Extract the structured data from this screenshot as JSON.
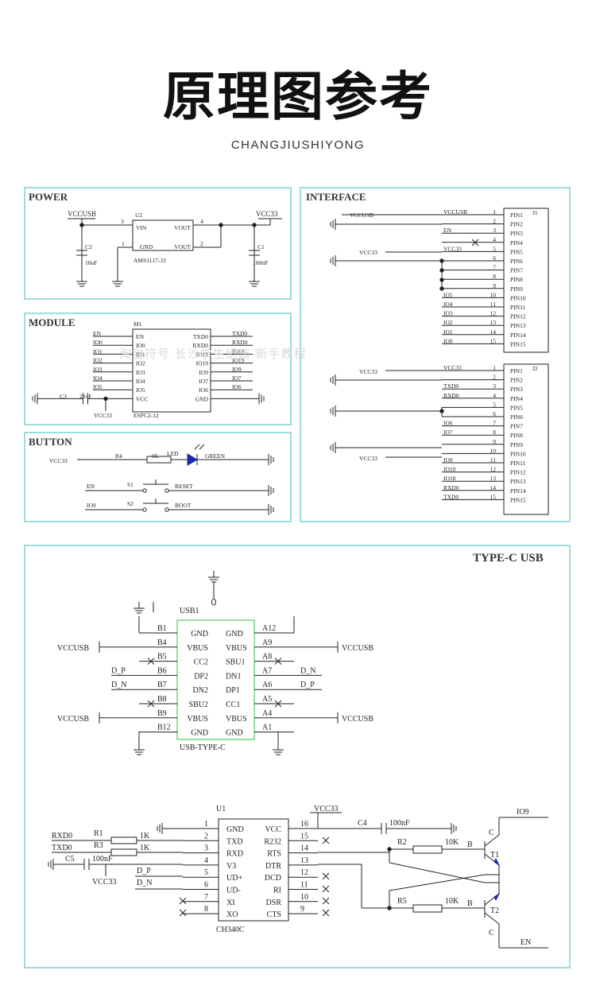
{
  "header": {
    "title": "原理图参考",
    "subtitle": "CHANGJIUSHIYONG"
  },
  "watermark": "淘宝符号 长沙学生组装 新手教程",
  "power": {
    "title": "POWER",
    "vccusb": "VCCUSB",
    "vcc33": "VCC33",
    "reg_ref": "U2",
    "reg_part": "AMS1117-33",
    "reg_pins": [
      "VIN",
      "VOUT",
      "GND",
      "VOUT"
    ],
    "reg_pin_numbers": [
      "3",
      "4",
      "1",
      "2"
    ],
    "c2_ref": "C2",
    "c2_val": "10uF",
    "c1_ref": "C1",
    "c1_val": "100nF"
  },
  "module": {
    "title": "MODULE",
    "ref": "M1",
    "part": "ESPC2-12",
    "left_pins": [
      "EN",
      "IO0",
      "IO1",
      "IO2",
      "IO3",
      "IO4",
      "IO5",
      "VCC"
    ],
    "right_pins": [
      "TXD0",
      "RXD0",
      "IO18",
      "IO19",
      "IO9",
      "IO7",
      "IO6",
      "GND"
    ],
    "left_nets": [
      "EN",
      "IO0",
      "IO1",
      "IO2",
      "IO3",
      "IO4",
      "IO5"
    ],
    "right_nets": [
      "TXD0",
      "RXD0",
      "IO18",
      "IO19",
      "IO9",
      "IO7",
      "IO6"
    ],
    "cap_ref": "C3",
    "cap_val": "22uF",
    "vcc_net": "VCC33"
  },
  "button": {
    "title": "BUTTON",
    "vcc": "VCC33",
    "r_ref": "R4",
    "r_val": "1K",
    "led_ref": "LED",
    "led_color": "GREEN",
    "s1_net": "EN",
    "s1_ref": "S1",
    "s1_label": "RESET",
    "s2_net": "IO9",
    "s2_ref": "S2",
    "s2_label": "BOOT"
  },
  "interface": {
    "title": "INTERFACE",
    "j1": {
      "ref": "J1",
      "pins": [
        "PIN1",
        "PIN2",
        "PIN3",
        "PIN4",
        "PIN5",
        "PIN6",
        "PIN7",
        "PIN8",
        "PIN9",
        "PIN10",
        "PIN11",
        "PIN12",
        "PIN13",
        "PIN14",
        "PIN15"
      ],
      "numbers": [
        "1",
        "2",
        "3",
        "4",
        "5",
        "6",
        "7",
        "8",
        "9",
        "10",
        "11",
        "12",
        "13",
        "14",
        "15"
      ],
      "nets": [
        "VCCUSB",
        "",
        "EN",
        "",
        "VCC33",
        "",
        "",
        "",
        "",
        "IO5",
        "IO4",
        "IO3",
        "IO2",
        "IO1",
        "IO0"
      ]
    },
    "j2": {
      "ref": "J2",
      "pins": [
        "PIN1",
        "PIN2",
        "PIN3",
        "PIN4",
        "PIN5",
        "PIN6",
        "PIN7",
        "PIN8",
        "PIN9",
        "PIN10",
        "PIN11",
        "PIN12",
        "PIN13",
        "PIN14",
        "PIN15"
      ],
      "numbers": [
        "1",
        "2",
        "3",
        "4",
        "5",
        "6",
        "7",
        "8",
        "9",
        "10",
        "11",
        "12",
        "13",
        "14",
        "15"
      ],
      "nets": [
        "VCC33",
        "",
        "TXD0",
        "RXD0",
        "",
        "",
        "IO6",
        "IO7",
        "",
        "",
        "IO9",
        "IO10",
        "IO18",
        "RXD0",
        "TXD0"
      ]
    }
  },
  "typec": {
    "title": "TYPE-C USB",
    "ref": "USB1",
    "part": "USB-TYPE-C",
    "left_pins": [
      "B1",
      "B4",
      "B5",
      "B6",
      "B7",
      "B8",
      "B9",
      "B12"
    ],
    "right_pins": [
      "A12",
      "A9",
      "A8",
      "A7",
      "A6",
      "A5",
      "A4",
      "A1"
    ],
    "left_names": [
      "GND",
      "VBUS",
      "CC2",
      "DP2",
      "DN2",
      "SBU2",
      "VBUS",
      "GND"
    ],
    "right_names": [
      "GND",
      "VBUS",
      "SBU1",
      "DN1",
      "DP1",
      "CC1",
      "VBUS",
      "GND"
    ],
    "left_nets": [
      "",
      "VCCUSB",
      "",
      "D_P",
      "D_N",
      "",
      "VCCUSB",
      ""
    ],
    "right_nets": [
      "",
      "VCCUSB",
      "",
      "D_N",
      "D_P",
      "",
      "VCCUSB",
      ""
    ],
    "ch340": {
      "ref": "U1",
      "part": "CH340C",
      "left_pins": [
        "GND",
        "TXD",
        "RXD",
        "V3",
        "UD+",
        "UD-",
        "XI",
        "XO"
      ],
      "right_pins": [
        "VCC",
        "R232",
        "RTS",
        "DTR",
        "DCD",
        "RI",
        "DSR",
        "CTS"
      ],
      "left_numbers": [
        "1",
        "2",
        "3",
        "4",
        "5",
        "6",
        "7",
        "8"
      ],
      "right_numbers": [
        "16",
        "15",
        "14",
        "13",
        "12",
        "11",
        "10",
        "9"
      ],
      "rxd": "RXD0",
      "txd": "TXD0",
      "r1_ref": "R1",
      "r1_val": "1K",
      "r3_ref": "R3",
      "r3_val": "1K",
      "c5_ref": "C5",
      "c5_val": "100nF",
      "vcc33": "VCC33",
      "d_p": "D_P",
      "d_n": "D_N",
      "c4_ref": "C4",
      "c4_val": "100nF",
      "r2_ref": "R2",
      "r2_val": "10K",
      "r5_ref": "R5",
      "r5_val": "10K",
      "t1": "T1",
      "t2": "T2",
      "io9": "IO9",
      "en": "EN",
      "b": "B",
      "c": "C"
    }
  }
}
